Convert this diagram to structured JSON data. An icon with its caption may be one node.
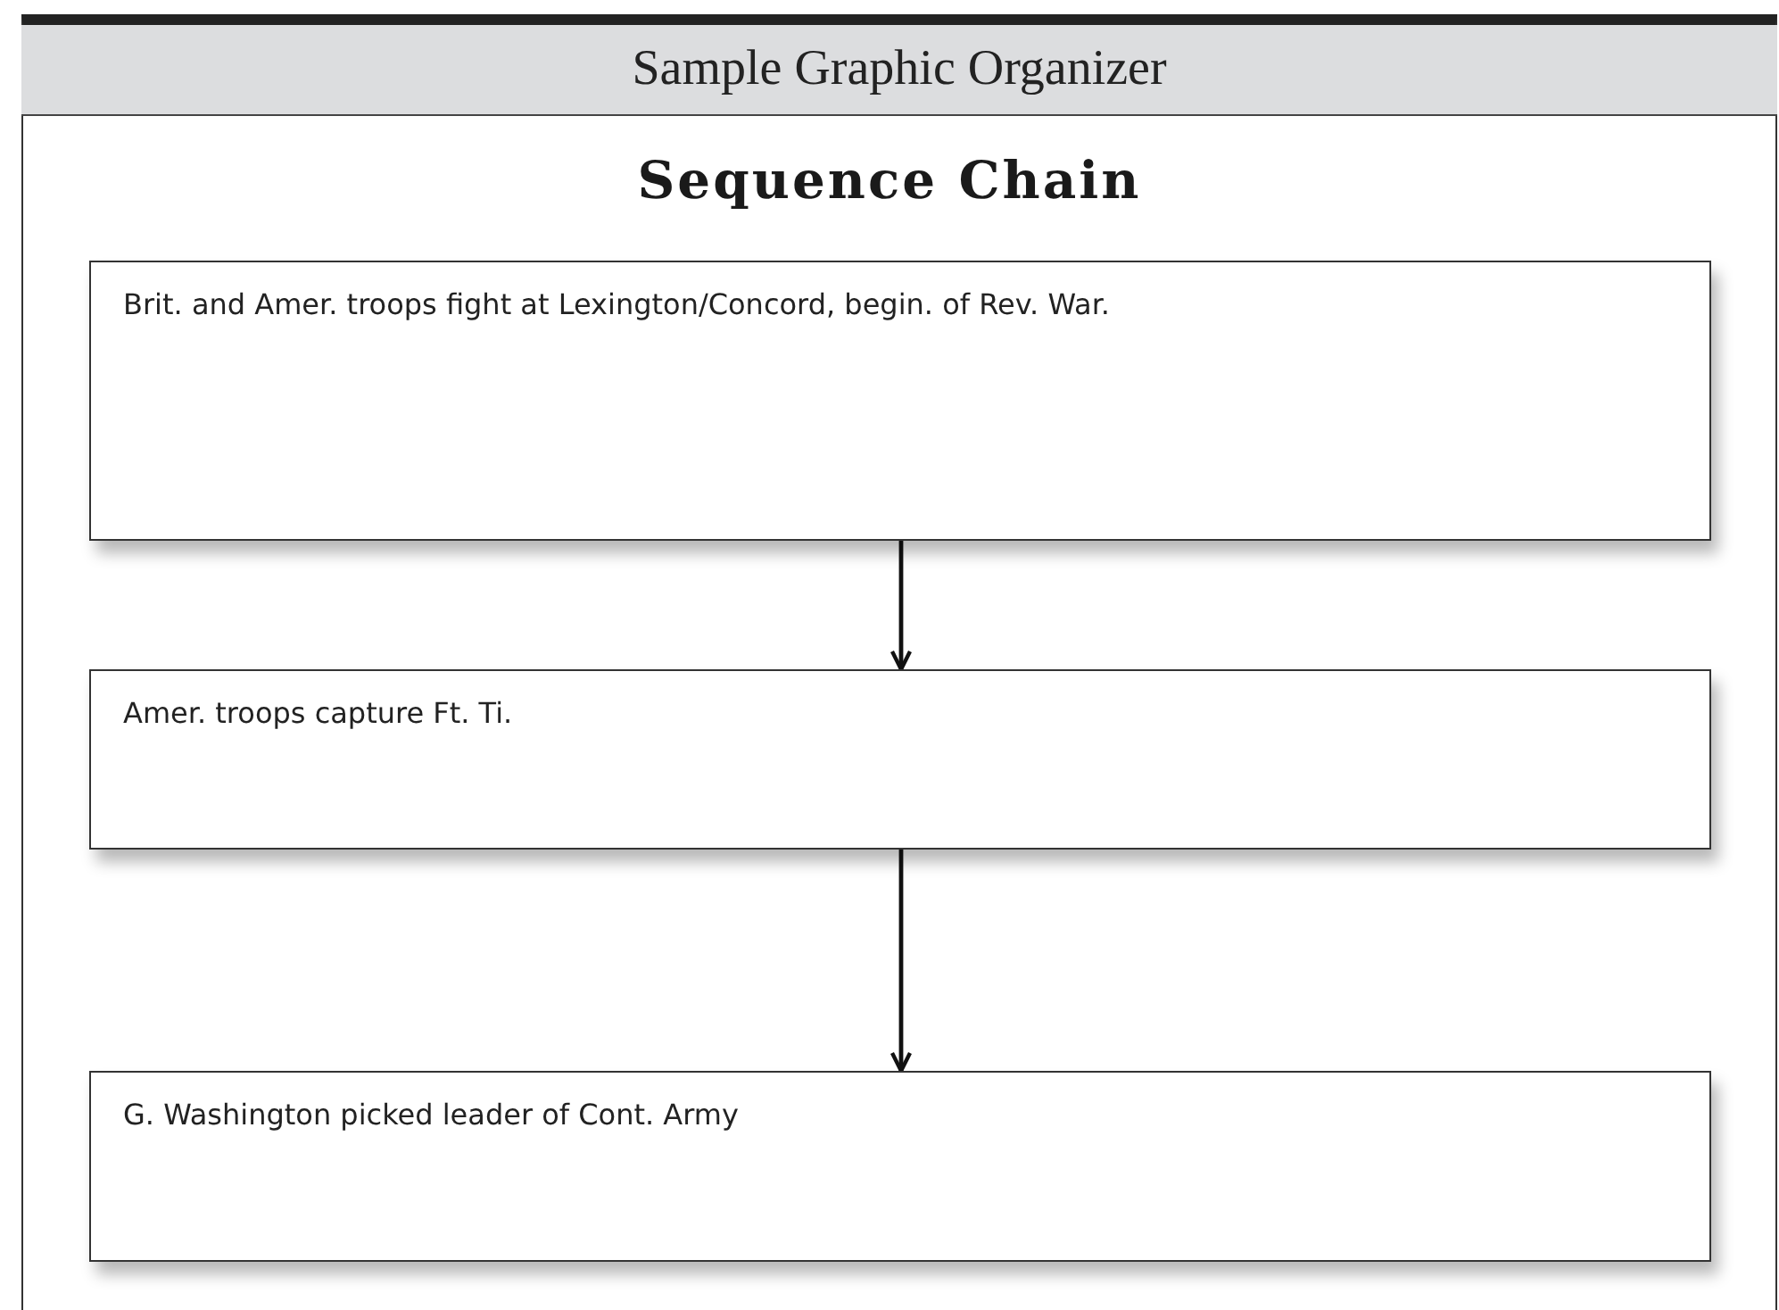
{
  "diagram": {
    "title": "Sequence Chain",
    "nodes": [
      {
        "text": [
          "Sample Graphic Organizer"
        ]
      },
      {
        "text": [
          "Brit. and Amer. troops fight at Lexington/Concord, begin. of Rev. War."
        ]
      },
      {
        "text": [
          "Amer. troops capture Ft. Ti."
        ]
      },
      {
        "text": [
          "G. Washington picked leader of Cont. Army"
        ]
      }
    ],
    "edges": [
      {
        "from": 1,
        "to": 2,
        "arrow": "to"
      },
      {
        "from": 2,
        "to": 3,
        "arrow": "to"
      }
    ]
  }
}
